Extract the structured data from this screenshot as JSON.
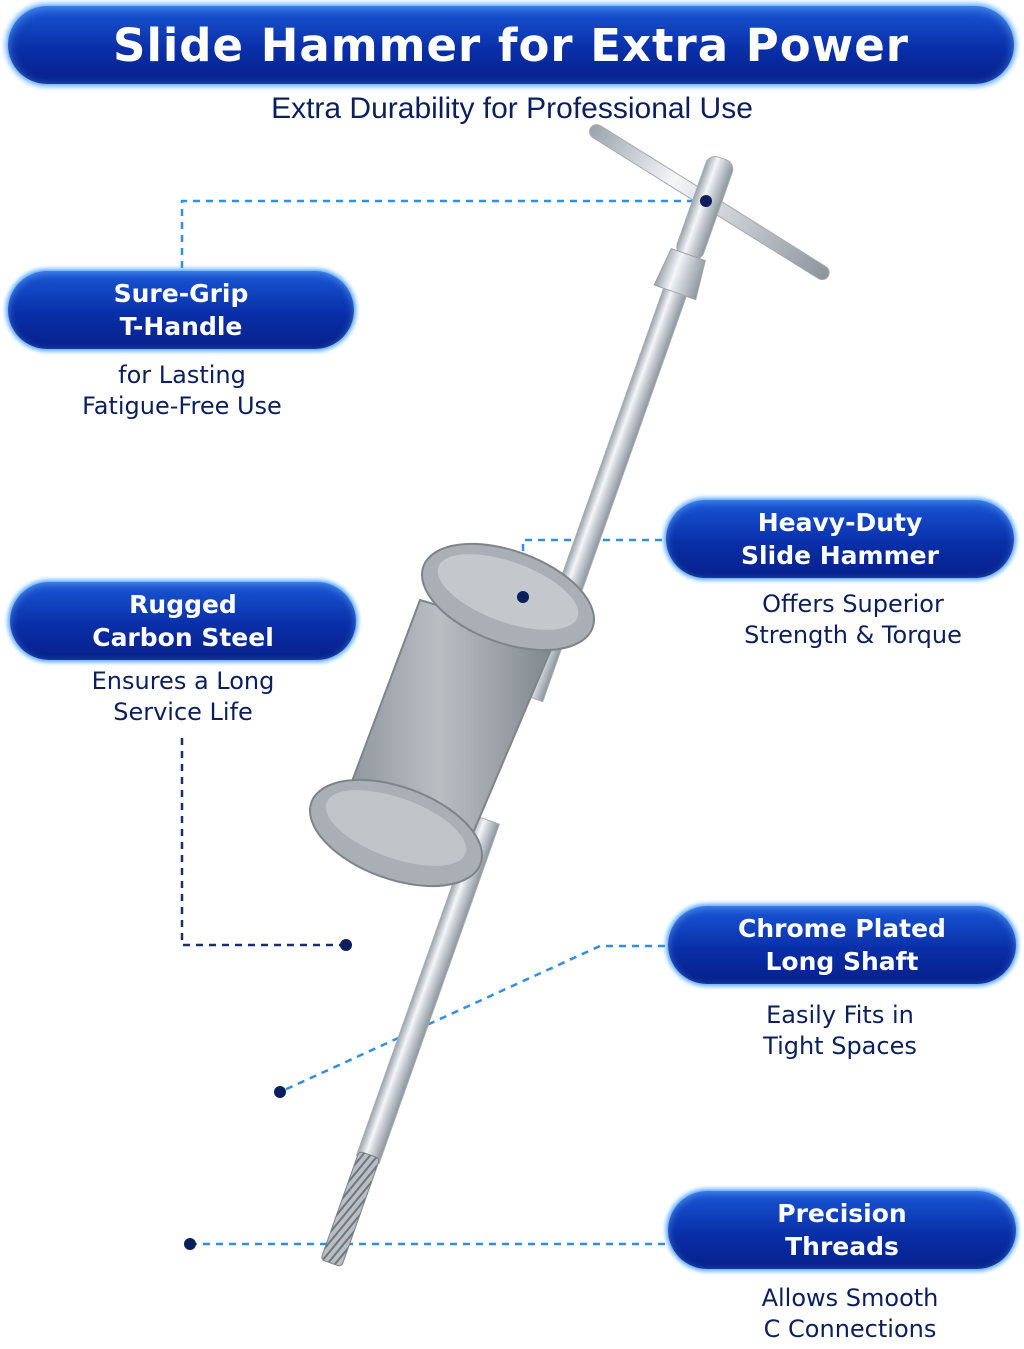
{
  "header": {
    "title": "Slide Hammer for Extra Power",
    "subtitle": "Extra Durability for Professional Use"
  },
  "features": [
    {
      "title_lines": [
        "Sure-Grip",
        "T-Handle"
      ],
      "desc_lines": [
        "for Lasting",
        "Fatigue-Free Use"
      ]
    },
    {
      "title_lines": [
        "Heavy-Duty",
        "Slide Hammer"
      ],
      "desc_lines": [
        "Offers Superior",
        "Strength & Torque"
      ]
    },
    {
      "title_lines": [
        "Rugged",
        "Carbon Steel"
      ],
      "desc_lines": [
        "Ensures a Long",
        "Service Life"
      ]
    },
    {
      "title_lines": [
        "Chrome Plated",
        "Long Shaft"
      ],
      "desc_lines": [
        "Easily Fits in",
        "Tight Spaces"
      ]
    },
    {
      "title_lines": [
        "Precision",
        "Threads"
      ],
      "desc_lines": [
        "Allows Smooth",
        "C Connections"
      ]
    }
  ],
  "colors": {
    "pill_blue": "#0a2fa8",
    "glow": "#4aa3ff",
    "text_navy": "#0b1f5c",
    "leader_blue": "#2f8fe0",
    "leader_navy": "#1b2f6e"
  }
}
